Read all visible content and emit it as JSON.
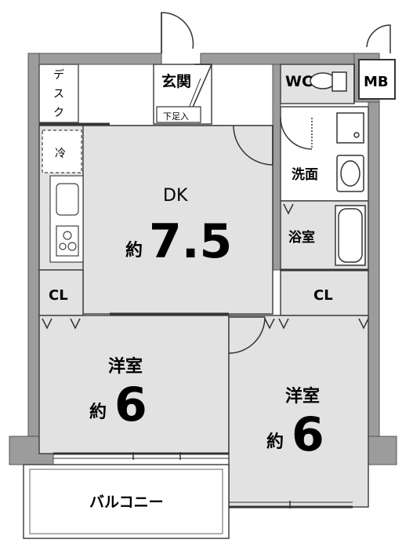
{
  "colors": {
    "wall": "#9c9c9c",
    "wall_stroke": "#555555",
    "room_gray": "#e2e2e2",
    "room_white": "#ffffff",
    "line": "#222222"
  },
  "rooms": {
    "entrance": "玄関",
    "shoe_box": "下足入",
    "desk": [
      "デ",
      "ス",
      "ク"
    ],
    "fridge": "冷",
    "dk": {
      "name": "DK",
      "prefix": "約",
      "size": "7.5"
    },
    "wc": "WC",
    "mb": "MB",
    "washroom": "洗面",
    "bathroom": "浴室",
    "closet_left": "CL",
    "closet_right": "CL",
    "bedroom_left": {
      "name": "洋室",
      "prefix": "約",
      "size": "6"
    },
    "bedroom_right": {
      "name": "洋室",
      "prefix": "約",
      "size": "6"
    },
    "balcony": "バルコニー"
  }
}
